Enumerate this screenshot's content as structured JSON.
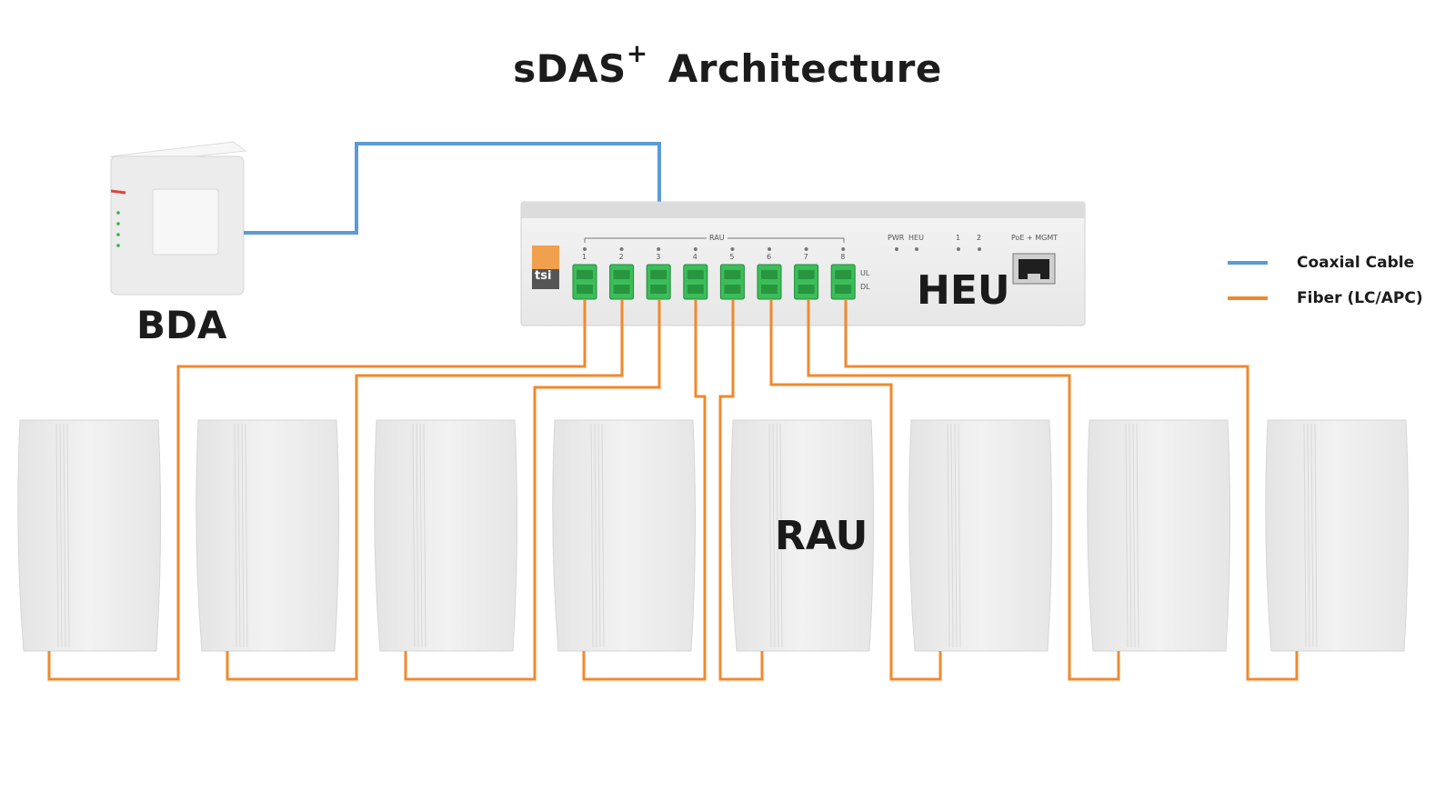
{
  "title": {
    "main": "sDAS",
    "sup": "+",
    "rest": "Architecture"
  },
  "devices": {
    "bda": {
      "label": "BDA"
    },
    "heu": {
      "label": "HEU",
      "logo": "tsi",
      "rau_group_label": "RAU",
      "ports": [
        "1",
        "2",
        "3",
        "4",
        "5",
        "6",
        "7",
        "8"
      ],
      "ul_label": "UL",
      "dl_label": "DL",
      "pwr_label": "PWR",
      "heu_led_label": "HEU",
      "sfp_labels": [
        "1",
        "2"
      ],
      "poe_label": "PoE + MGMT"
    },
    "rau": {
      "label": "RAU",
      "count": 8
    }
  },
  "legend": [
    {
      "label": "Coaxial Cable",
      "color": "#5b9bd5"
    },
    {
      "label": "Fiber (LC/APC)",
      "color": "#f0892c"
    }
  ],
  "colors": {
    "coax": "#5b9bd5",
    "fiber": "#f0892c",
    "port_green": "#3dbd5a",
    "device_body": "#ededed"
  }
}
